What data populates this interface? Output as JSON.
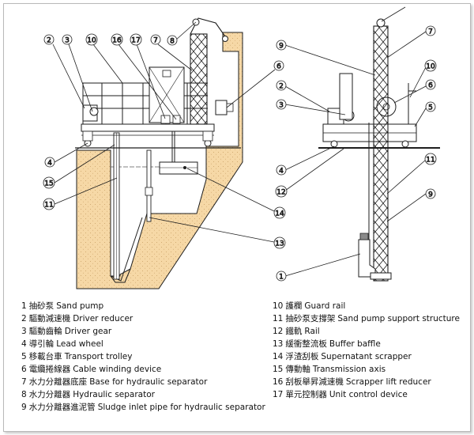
{
  "colors": {
    "concrete": "#f6d8a6",
    "line": "#1e1e1e",
    "water": "#5a5a5a"
  },
  "callouts": [
    "1",
    "2",
    "3",
    "4",
    "5",
    "6",
    "7",
    "8",
    "9",
    "10",
    "11",
    "12",
    "13",
    "14",
    "15",
    "16",
    "17"
  ],
  "legend": {
    "left": [
      {
        "num": "1",
        "zh": "抽砂泵",
        "en": "Sand pump"
      },
      {
        "num": "2",
        "zh": "驅動減速機",
        "en": "Driver reducer"
      },
      {
        "num": "3",
        "zh": "驅動齒輪",
        "en": "Driver gear"
      },
      {
        "num": "4",
        "zh": "導引輪",
        "en": "Lead wheel"
      },
      {
        "num": "5",
        "zh": "移載台車",
        "en": "Transport trolley"
      },
      {
        "num": "6",
        "zh": "電纜捲線器",
        "en": "Cable winding device"
      },
      {
        "num": "7",
        "zh": "水力分離器底座",
        "en": "Base for hydraulic separator"
      },
      {
        "num": "8",
        "zh": "水力分離器",
        "en": "Hydraulic separator"
      },
      {
        "num": "9",
        "zh": "水力分離器進泥管",
        "en": "Sludge inlet pipe for hydraulic separator"
      }
    ],
    "right": [
      {
        "num": "10",
        "zh": "護欄",
        "en": "Guard rail"
      },
      {
        "num": "11",
        "zh": "抽砂泵支撐架",
        "en": "Sand pump support structure"
      },
      {
        "num": "12",
        "zh": "鐵軌",
        "en": "Rail"
      },
      {
        "num": "13",
        "zh": "緩衝整流板",
        "en": "Buffer baffle"
      },
      {
        "num": "14",
        "zh": "浮渣刮板",
        "en": "Supernatant scrapper"
      },
      {
        "num": "15",
        "zh": "傳動軸",
        "en": "Transmission axis"
      },
      {
        "num": "16",
        "zh": "刮板舉昇減速機",
        "en": "Scrapper lift reducer"
      },
      {
        "num": "17",
        "zh": "單元控制器",
        "en": "Unit control device"
      }
    ]
  }
}
